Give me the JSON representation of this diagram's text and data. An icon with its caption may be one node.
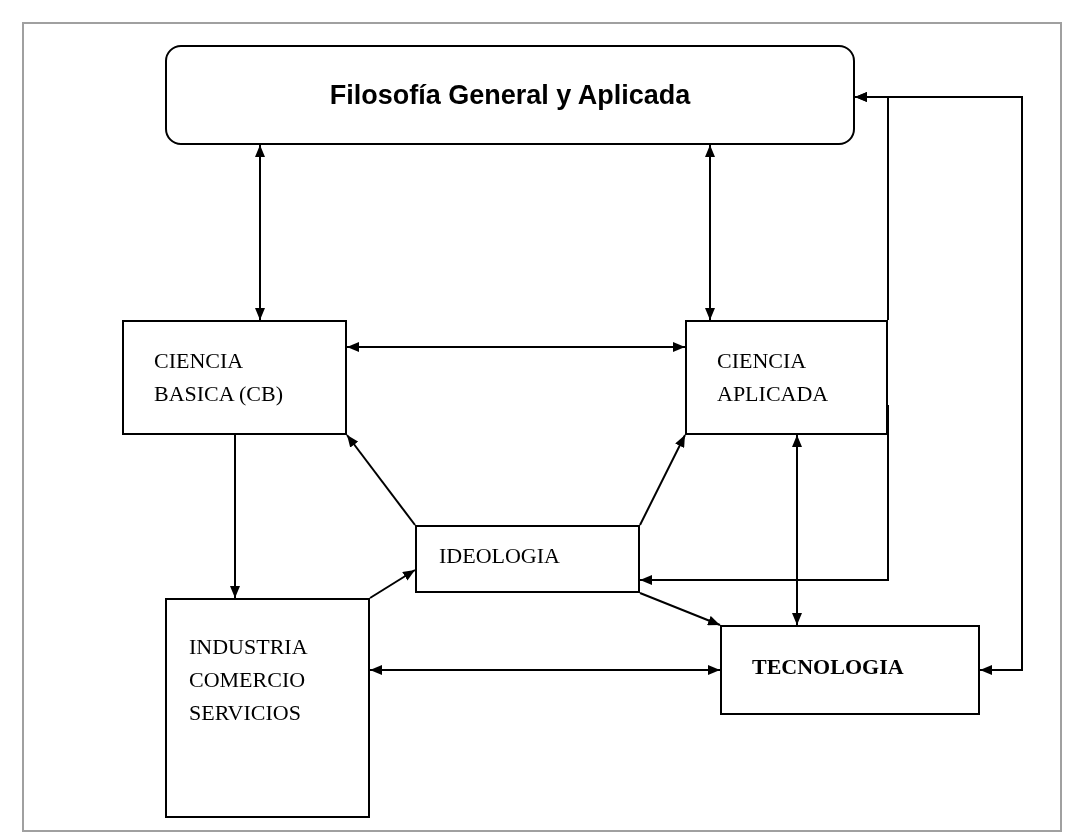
{
  "diagram": {
    "nodes": [
      {
        "text": [
          "Filosofía General y Aplicada"
        ]
      },
      {
        "text": [
          "CIENCIA BASICA (CB)"
        ]
      },
      {
        "text": [
          "CIENCIA APLICADA"
        ]
      },
      {
        "text": [
          "IDEOLOGIA"
        ]
      },
      {
        "text": [
          "INDUSTRIA COMERCIO SERVICIOS"
        ]
      },
      {
        "text": [
          "TECNOLOGIA"
        ]
      }
    ],
    "edges": [
      {
        "from": 0,
        "to": 1,
        "arrow": "both"
      },
      {
        "from": 0,
        "to": 2,
        "arrow": "both"
      },
      {
        "from": 1,
        "to": 2,
        "arrow": "both"
      },
      {
        "from": 1,
        "to": 4,
        "arrow": "to"
      },
      {
        "from": 3,
        "to": 1,
        "arrow": "to"
      },
      {
        "from": 3,
        "to": 2,
        "arrow": "to"
      },
      {
        "from": 4,
        "to": 3,
        "arrow": "to"
      },
      {
        "from": 3,
        "to": 5,
        "arrow": "to"
      },
      {
        "from": 2,
        "to": 5,
        "arrow": "both"
      },
      {
        "from": 4,
        "to": 5,
        "arrow": "both"
      },
      {
        "from": 2,
        "to": 3,
        "arrow": "to"
      },
      {
        "from": 2,
        "to": 0,
        "arrow": "to"
      },
      {
        "from": 5,
        "to": 0,
        "arrow": "both"
      }
    ]
  }
}
